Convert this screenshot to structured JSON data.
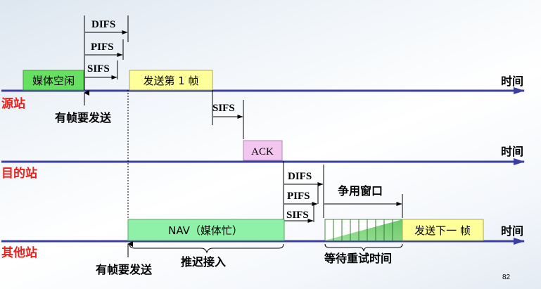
{
  "rows": {
    "source": {
      "label": "源站",
      "time_label": "时间"
    },
    "destination": {
      "label": "目的站",
      "time_label": "时间"
    },
    "others": {
      "label": "其他站",
      "time_label": "时间"
    }
  },
  "source_row": {
    "idle_box": "媒体空闲",
    "send_box": "发送第 1 帧",
    "have_frame": "有帧要发送",
    "difs": "DIFS",
    "pifs": "PIFS",
    "sifs": "SIFS",
    "sifs_after_frame": "SIFS"
  },
  "destination_row": {
    "ack_box": "ACK",
    "difs": "DIFS",
    "pifs": "PIFS",
    "sifs": "SIFS",
    "contention_window": "争用窗口"
  },
  "others_row": {
    "nav_box": "NAV（媒体忙）",
    "send_next_box": "发送下一 帧",
    "deferred_access": "推迟接入",
    "backoff_wait": "等待重试时间",
    "have_frame": "有帧要发送"
  },
  "page_number": "82",
  "colors": {
    "axis": "#3a3fa0",
    "row_label": "#e8211c",
    "idle_green": "#66e060",
    "frame_yellow": "#ffff99",
    "ack_pink": "#f3c6ef",
    "nav_green": "#8ff0a8",
    "backoff_green": "#a9e7a0"
  }
}
